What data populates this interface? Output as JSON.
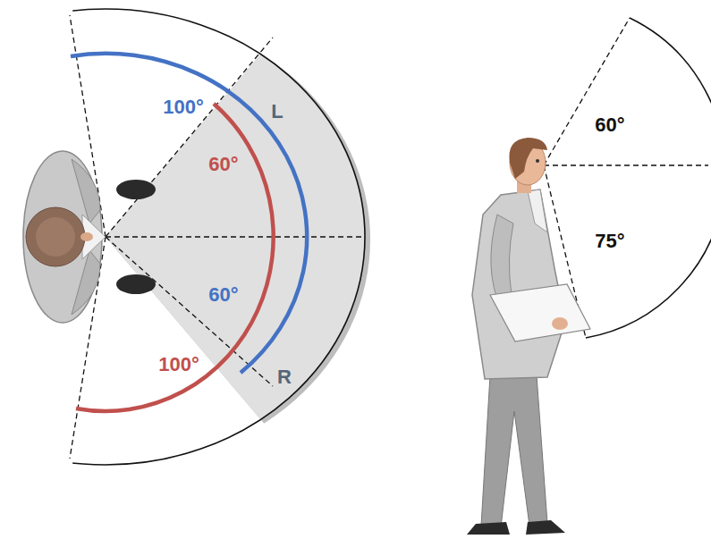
{
  "diagram": {
    "labels": [
      "100°",
      "L",
      "60°",
      "60°",
      "100°",
      "R",
      "60°",
      "75°"
    ]
  }
}
